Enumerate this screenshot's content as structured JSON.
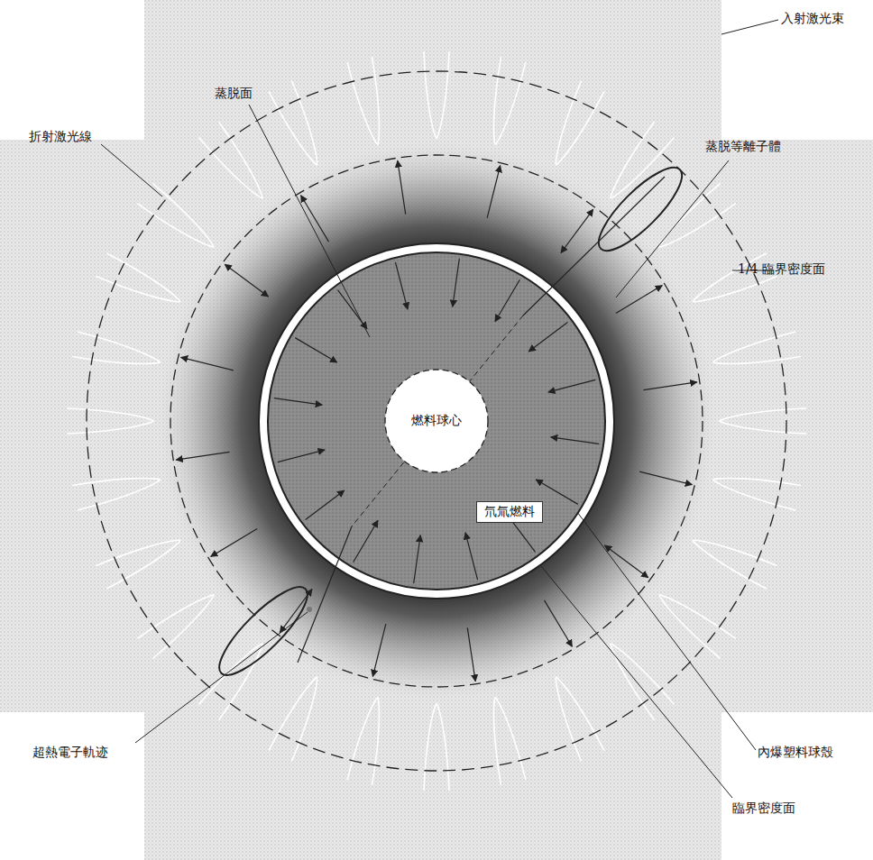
{
  "diagram": {
    "nodes": [
      {
        "text": [
          "燃料球心"
        ]
      },
      {
        "text": [
          "氘氚燃料"
        ]
      }
    ],
    "labels": [
      "入射激光束",
      "蒸脱面",
      "折射激光線",
      "蒸脱等離子體",
      "1/4 臨界密度面",
      "超熱電子軌迹",
      "內爆塑料球殼",
      "臨界密度面"
    ]
  }
}
